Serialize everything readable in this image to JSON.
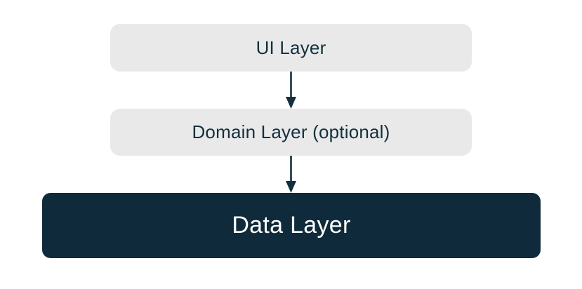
{
  "diagram": {
    "layers": [
      {
        "id": "ui",
        "label": "UI Layer",
        "style": "light"
      },
      {
        "id": "domain",
        "label": "Domain Layer (optional)",
        "style": "light"
      },
      {
        "id": "data",
        "label": "Data Layer",
        "style": "dark"
      }
    ],
    "arrows": [
      {
        "from": "ui",
        "to": "domain",
        "direction": "down"
      },
      {
        "from": "domain",
        "to": "data",
        "direction": "down"
      }
    ],
    "colors": {
      "background": "#ffffff",
      "box_light": "#e9e9e9",
      "box_dark": "#0f2b3b",
      "text_dark": "#14303f",
      "text_light": "#ffffff",
      "arrow": "#14303f"
    }
  }
}
